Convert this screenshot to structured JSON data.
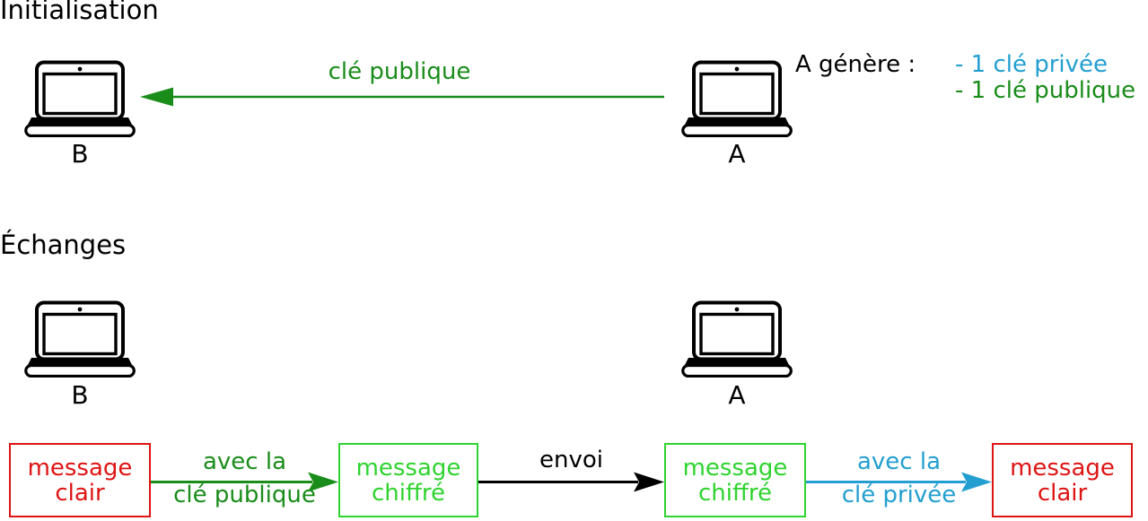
{
  "colors": {
    "text_black": "#000000",
    "public_key_green": "#1a8c1a",
    "encrypted_box_green": "#2fd32f",
    "clear_message_red": "#de1414",
    "private_key_cyan": "#229fd0"
  },
  "init": {
    "title": "Initialisation",
    "laptop_b_label": "B",
    "laptop_a_label": "A",
    "arrow_label": "clé publique",
    "generates_label": "A génère :",
    "keys": [
      {
        "text": "- 1 clé privée"
      },
      {
        "text": "- 1 clé publique"
      }
    ]
  },
  "exchange": {
    "title": "Échanges",
    "laptop_b_label": "B",
    "laptop_a_label": "A",
    "boxes": [
      {
        "line1": "message",
        "line2": "clair"
      },
      {
        "line1": "message",
        "line2": "chiffré"
      },
      {
        "line1": "message",
        "line2": "chiffré"
      },
      {
        "line1": "message",
        "line2": "clair"
      }
    ],
    "arrows": [
      {
        "top": "avec la",
        "bottom": "clé publique"
      },
      {
        "top": "envoi"
      },
      {
        "top": "avec la",
        "bottom": "clé privée"
      }
    ]
  }
}
